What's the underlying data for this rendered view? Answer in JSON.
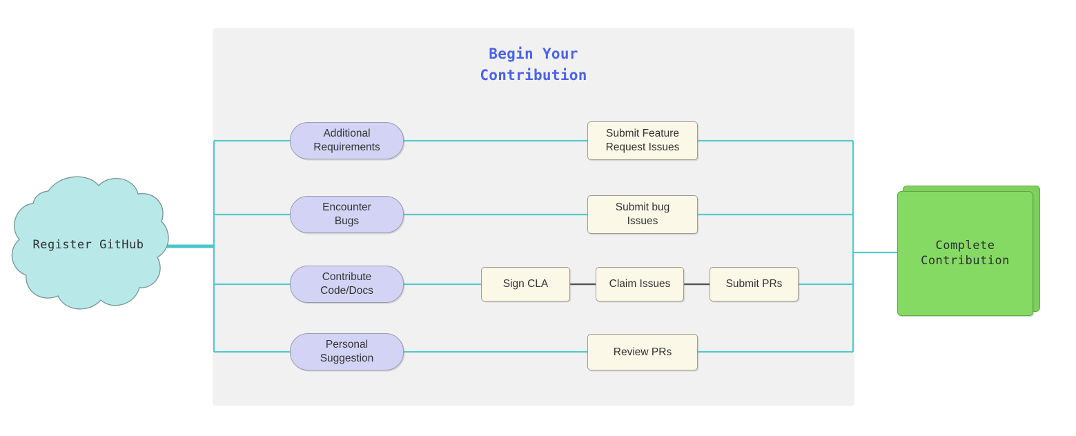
{
  "diagram": {
    "title": "Begin Your\nContribution",
    "title_color": "#4b63e8",
    "panel_color": "#f1f1f1",
    "connector_color": "#55c9cc",
    "connector_dark_color": "#555555"
  },
  "start": {
    "label": "Register GitHub",
    "shape": "cloud",
    "fill": "#b9e8e8",
    "stroke": "#7a9a9a"
  },
  "end": {
    "label": "Complete\nContribution",
    "shape": "stacked-rectangle",
    "fill": "#85da63",
    "stroke": "#61a747"
  },
  "branches": [
    {
      "trigger": "Additional\nRequirements",
      "action": "Submit Feature\nRequest Issues"
    },
    {
      "trigger": "Encounter\nBugs",
      "action": "Submit bug\nIssues"
    },
    {
      "trigger": "Contribute\nCode/Docs",
      "action": "Sign CLA",
      "steps": [
        "Claim Issues",
        "Submit PRs"
      ]
    },
    {
      "trigger": "Personal\nSuggestion",
      "action": "Review PRs"
    }
  ]
}
